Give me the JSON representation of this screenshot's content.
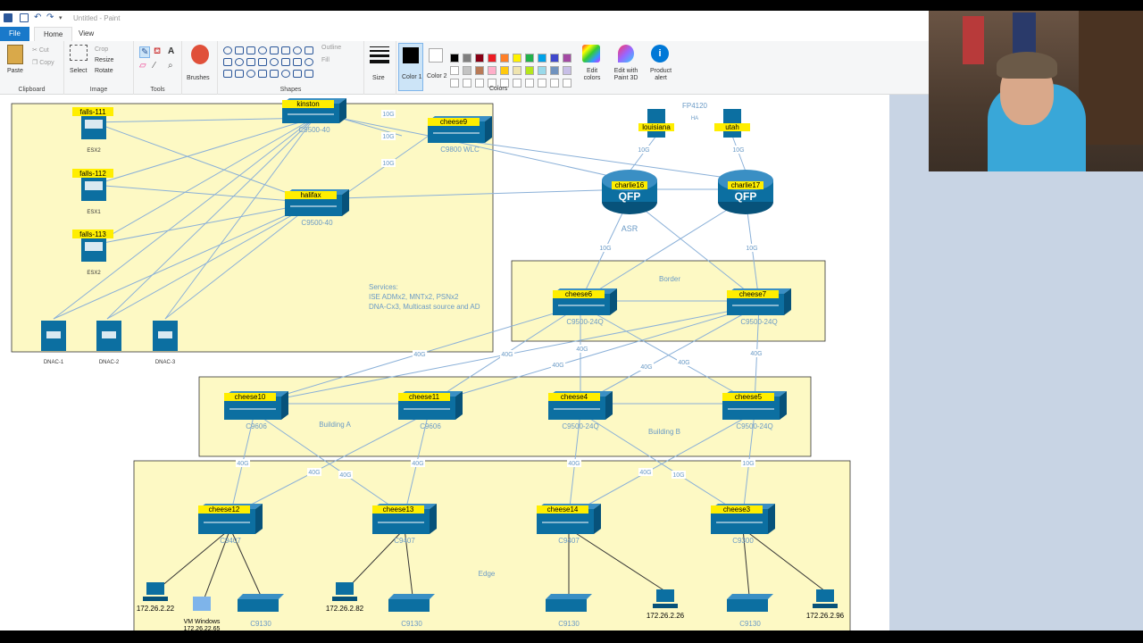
{
  "window_title": "Untitled - Paint",
  "tabs": {
    "file": "File",
    "home": "Home",
    "view": "View"
  },
  "ribbon": {
    "clipboard": {
      "paste": "Paste",
      "cut": "Cut",
      "copy": "Copy",
      "label": "Clipboard"
    },
    "image": {
      "select": "Select",
      "crop": "Crop",
      "resize": "Resize",
      "rotate": "Rotate",
      "label": "Image"
    },
    "tools_label": "Tools",
    "brushes": "Brushes",
    "shapes": {
      "outline": "Outline",
      "fill": "Fill",
      "label": "Shapes"
    },
    "size": "Size",
    "color1": "Color 1",
    "color2": "Color 2",
    "colors_label": "Colors",
    "edit_colors": "Edit colors",
    "edit_paint3d": "Edit with Paint 3D",
    "product_alert": "Product alert"
  },
  "palette": [
    "#000000",
    "#7f7f7f",
    "#880015",
    "#ed1c24",
    "#ff7f27",
    "#fff200",
    "#22b14c",
    "#00a2e8",
    "#3f48cc",
    "#a349a4",
    "#ffffff",
    "#c3c3c3",
    "#b97a57",
    "#ffaec9",
    "#ffc90e",
    "#efe4b0",
    "#b5e61d",
    "#99d9ea",
    "#7092be",
    "#c8bfe7"
  ],
  "diagram": {
    "devices": {
      "kinston": {
        "name": "kinston",
        "model": "C9500-40"
      },
      "halifax": {
        "name": "halifax",
        "model": "C9500-40"
      },
      "cheese9": {
        "name": "cheese9",
        "model": "C9800 WLC"
      },
      "falls111": {
        "name": "falls-111",
        "model": "ESX2"
      },
      "falls112": {
        "name": "falls-112",
        "model": "ESX1"
      },
      "falls113": {
        "name": "falls-113",
        "model": "ESX2"
      },
      "dnac1": "DNAC-1",
      "dnac2": "DNAC-2",
      "dnac3": "DNAC-3",
      "louisiana": "louisiana",
      "utah": "utah",
      "fp_label": "FP4120",
      "ha_label": "HA",
      "charlie16": "charlie16",
      "charlie17": "charlie17",
      "qfp": "QFP",
      "asr_label": "ASR",
      "cheese6": {
        "name": "cheese6",
        "model": "C9500-24Q"
      },
      "cheese7": {
        "name": "cheese7",
        "model": "C9500-24Q"
      },
      "cheese10": {
        "name": "cheese10",
        "model": "C9606"
      },
      "cheese11": {
        "name": "cheese11",
        "model": "C9606"
      },
      "cheese4": {
        "name": "cheese4",
        "model": "C9500-24Q"
      },
      "cheese5": {
        "name": "cheese5",
        "model": "C9500-24Q"
      },
      "cheese12": {
        "name": "cheese12",
        "model": "C9407"
      },
      "cheese13": {
        "name": "cheese13",
        "model": "C9407"
      },
      "cheese14": {
        "name": "cheese14",
        "model": "C9407"
      },
      "cheese3": {
        "name": "cheese3",
        "model": "C9300"
      },
      "ap": "C9130",
      "pc1": "172.26.2.22",
      "vm_title": "VM Windows",
      "vm_ip": "172.26.22.65",
      "pc2": "172.26.2.82",
      "pc3": "172.26.2.26",
      "pc4": "172.26.2.96"
    },
    "zones": {
      "border": "Border",
      "building_a": "Building A",
      "building_b": "Building B",
      "edge": "Edge"
    },
    "services": [
      "Services:",
      "ISE ADMx2, MNTx2, PSNx2",
      "DNA-Cx3, Multicast source and AD"
    ],
    "speeds": {
      "s10g": "10G",
      "s40g": "40G"
    }
  },
  "colors": {
    "zone_fill": "#fdf9c4",
    "device_blue": "#0c6fa1",
    "label_yellow": "#ffee00",
    "link": "#8ab0d8",
    "ribbon_blue": "#1979ca"
  }
}
